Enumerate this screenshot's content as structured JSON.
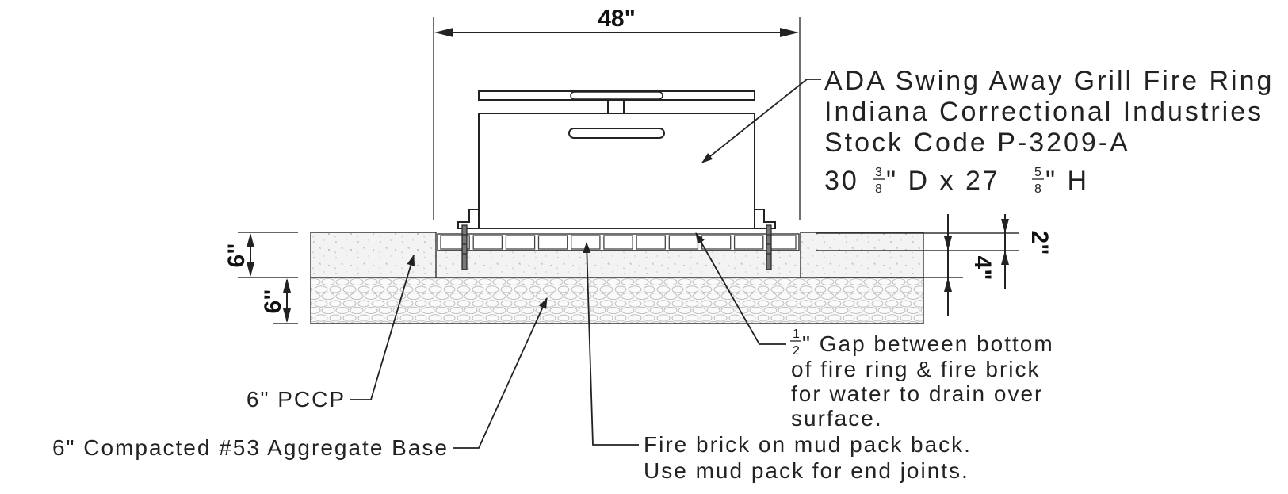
{
  "dimensions": {
    "width": "48\"",
    "pccp_depth": "6\"",
    "base_depth": "6\"",
    "brick_height": "2\"",
    "bedding_depth": "4\""
  },
  "callouts": {
    "fire_ring": {
      "line1": "ADA Swing Away Grill Fire Ring",
      "line2": "Indiana Correctional Industries",
      "line3": "Stock Code P-3209-A",
      "size_a_whole": "30",
      "size_a_num": "3",
      "size_a_den": "8",
      "size_a_unit": "\" D  x  27",
      "size_b_num": "5",
      "size_b_den": "8",
      "size_b_unit": "\"  H"
    },
    "gap": {
      "frac_num": "1",
      "frac_den": "2",
      "line1_rest": "\" Gap between bottom",
      "line2": "of fire ring & fire brick",
      "line3": "for water to drain over",
      "line4": "surface."
    },
    "pccp": "6\" PCCP",
    "aggregate": "6\" Compacted #53 Aggregate Base",
    "fire_brick": {
      "line1": "Fire brick on mud pack back.",
      "line2": "Use mud pack for end joints."
    }
  }
}
